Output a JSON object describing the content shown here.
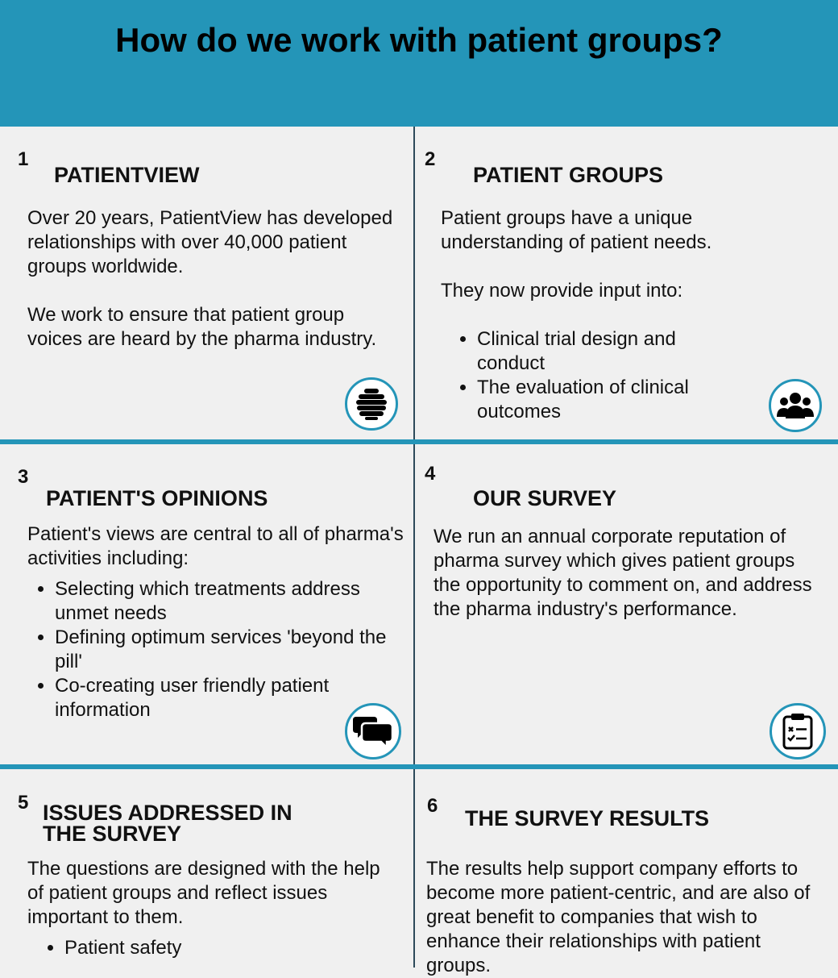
{
  "header": {
    "title": "How do we work with patient groups?"
  },
  "sections": [
    {
      "number": "1",
      "title": "PATIENTVIEW",
      "paragraphs": [
        "Over 20 years, PatientView has developed relationships with over 40,000 patient groups worldwide.",
        "We work to ensure that patient group voices are heard by the pharma industry."
      ],
      "icon": "hive-icon"
    },
    {
      "number": "2",
      "title": "PATIENT GROUPS",
      "paragraphs": [
        "Patient groups have a unique understanding of patient needs.",
        "They now provide input into:"
      ],
      "bullets": [
        "Clinical trial design and conduct",
        "The evaluation of clinical outcomes"
      ],
      "icon": "group-icon"
    },
    {
      "number": "3",
      "title": "PATIENT'S OPINIONS",
      "paragraphs": [
        "Patient's views are central to all of pharma's activities including:"
      ],
      "bullets": [
        "Selecting which treatments address unmet needs",
        "Defining optimum services 'beyond the pill'",
        "Co-creating user friendly patient  information"
      ],
      "icon": "chat-bubbles-icon"
    },
    {
      "number": "4",
      "title": "OUR SURVEY",
      "paragraphs": [
        "We run an annual corporate reputation of pharma survey which gives patient groups the opportunity to comment on, and address the pharma industry's performance."
      ],
      "icon": "clipboard-checklist-icon"
    },
    {
      "number": "5",
      "title_lines": [
        "ISSUES ADDRESSED IN",
        "THE SURVEY"
      ],
      "paragraphs": [
        "The questions are designed with the help of patient groups and reflect issues important to them."
      ],
      "bullets": [
        "Patient safety"
      ]
    },
    {
      "number": "6",
      "title": "THE SURVEY RESULTS",
      "paragraphs": [
        "The results help support company efforts to become more patient-centric, and are also of great benefit to companies that wish to enhance their relationships with patient groups."
      ]
    }
  ],
  "colors": {
    "header_bg": "#2495b8",
    "divider": "#2495b8",
    "panel_bg": "#f0f0f0"
  }
}
